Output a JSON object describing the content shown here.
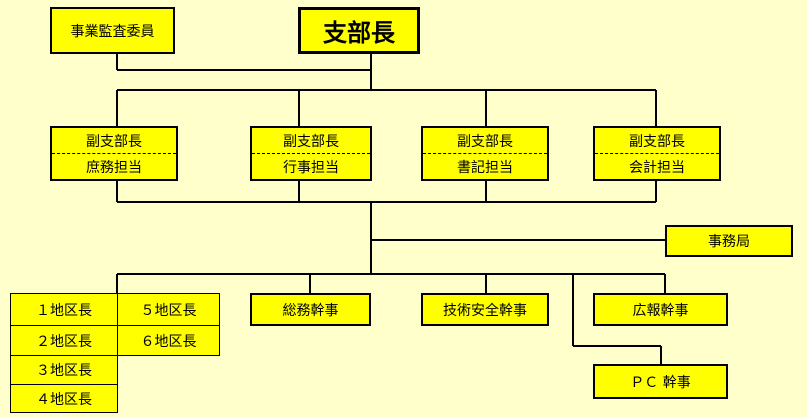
{
  "head": {
    "title": "支部長"
  },
  "auditor": {
    "label": "事業監査委員"
  },
  "deputies": [
    {
      "role": "副支部長",
      "duty": "庶務担当"
    },
    {
      "role": "副支部長",
      "duty": "行事担当"
    },
    {
      "role": "副支部長",
      "duty": "書記担当"
    },
    {
      "role": "副支部長",
      "duty": "会計担当"
    }
  ],
  "secretariat": {
    "label": "事務局"
  },
  "districts_left": [
    "１地区長",
    "２地区長",
    "３地区長",
    "４地区長"
  ],
  "districts_right": [
    "５地区長",
    "６地区長"
  ],
  "officers": {
    "general": "総務幹事",
    "safety": "技術安全幹事",
    "pr": "広報幹事",
    "pc": "ＰＣ 幹事"
  },
  "colors": {
    "box_fill": "#ffff00",
    "background": "#ffffcc",
    "line": "#000000"
  }
}
